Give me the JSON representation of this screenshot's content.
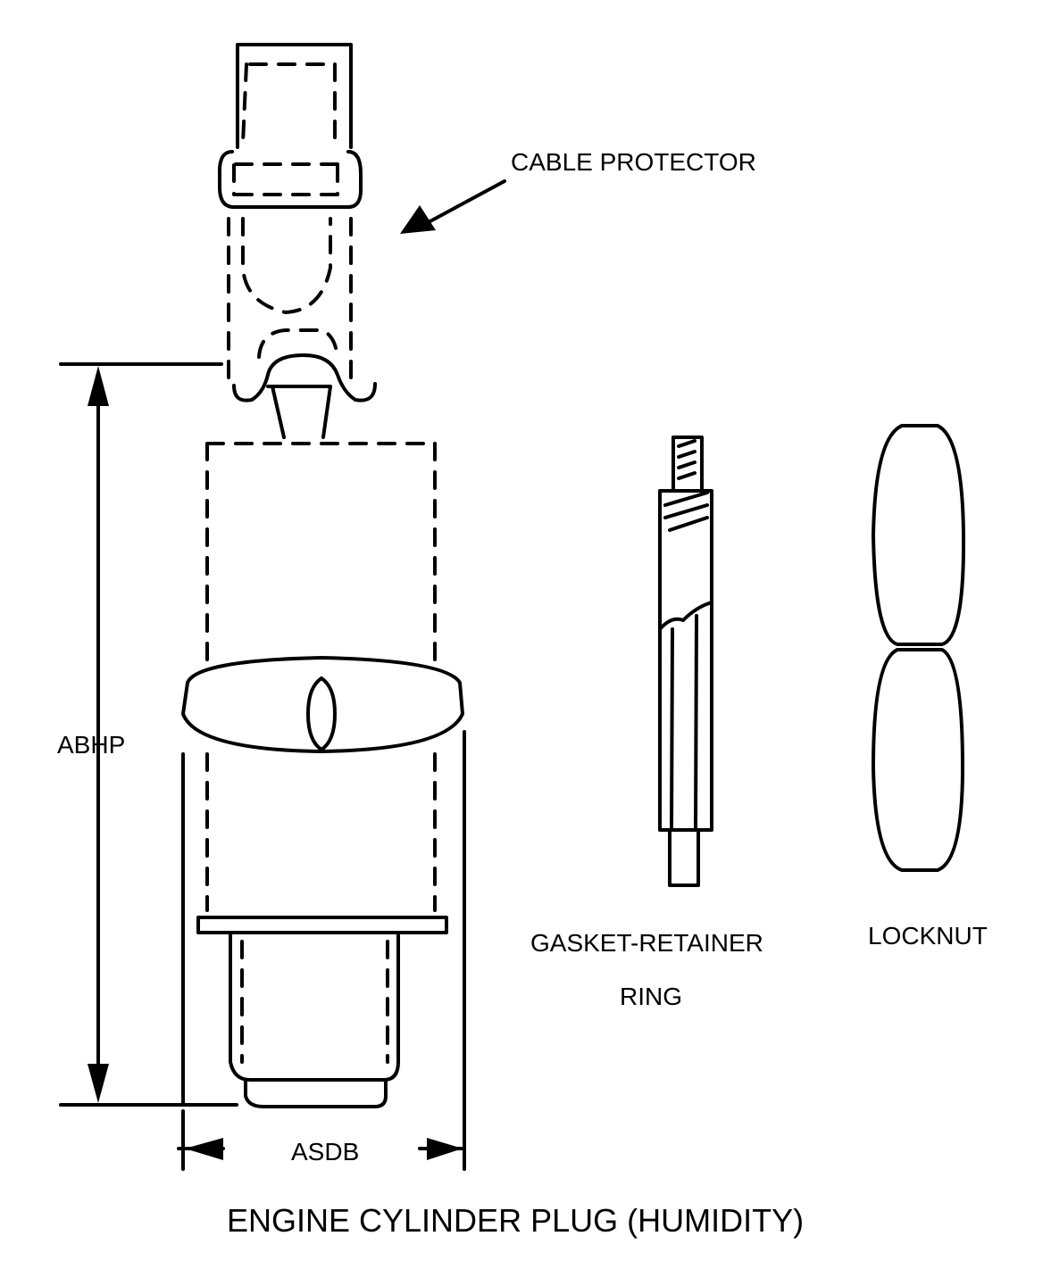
{
  "title": "ENGINE CYLINDER PLUG (HUMIDITY)",
  "labels": {
    "cable_protector": "CABLE PROTECTOR",
    "height_dimension": "ABHP",
    "width_dimension": "ASDB",
    "gasket_line1": "GASKET-RETAINER",
    "gasket_line2": "RING",
    "locknut": "LOCKNUT"
  },
  "colors": {
    "ink": "#000000",
    "background": "#ffffff"
  }
}
